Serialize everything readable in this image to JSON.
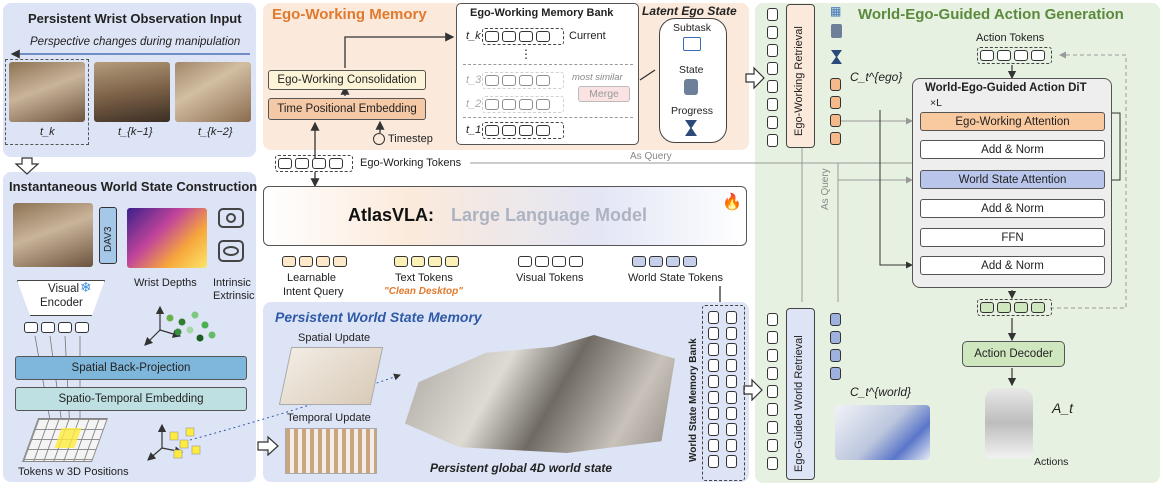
{
  "colors": {
    "peach": "#fbe9dc",
    "lavender": "#dde4f5",
    "green": "#e7f1e2",
    "orange_title": "#e07a2e",
    "blue_title": "#2f5aa8",
    "green_title": "#5b8a3c"
  },
  "wrist_panel": {
    "title": "Persistent Wrist Observation Input",
    "subtitle": "Perspective changes during manipulation",
    "frame_labels": [
      "t_k",
      "t_{k−1}",
      "t_{k−2}"
    ]
  },
  "instant_panel": {
    "title": "Instantaneous World State Construction",
    "dav3": "DAV3",
    "wrist_depths": "Wrist Depths",
    "intrinsic": "Intrinsic",
    "extrinsic": "Extrinsic",
    "visual_encoder_line1": "Visual",
    "visual_encoder_line2": "Encoder",
    "back_projection": "Spatial Back-Projection",
    "st_embedding": "Spatio-Temporal Embedding",
    "tokens_3d": "Tokens w 3D Positions"
  },
  "ego_memory": {
    "title": "Ego-Working Memory",
    "bank_title": "Ego-Working Memory Bank",
    "consolidation": "Ego-Working Consolidation",
    "time_pos": "Time Positional Embedding",
    "timestep": "Timestep",
    "current": "Current",
    "most_similar": "most similar",
    "merge": "Merge",
    "rows": [
      "t_k",
      "⋮",
      "t_3",
      "t_2",
      "t_1"
    ],
    "tokens_label": "Ego-Working Tokens"
  },
  "latent_ego": {
    "title": "Latent Ego State",
    "items": [
      "Subtask",
      "State",
      "Progress"
    ]
  },
  "llm": {
    "name": "AtlasVLA:",
    "desc": "Large Language Model"
  },
  "inputs": [
    {
      "label1": "Learnable",
      "label2": "Intent Query"
    },
    {
      "label1": "Text Tokens",
      "label2": "\"Clean Desktop\""
    },
    {
      "label1": "Visual Tokens",
      "label2": ""
    },
    {
      "label1": "World State Tokens",
      "label2": ""
    }
  ],
  "world_memory": {
    "title": "Persistent World State Memory",
    "spatial": "Spatial Update",
    "temporal": "Temporal Update",
    "caption": "Persistent global 4D world state",
    "bank_label": "World State Memory Bank"
  },
  "retrieval": {
    "ego": "Ego-Working Retrieval",
    "world": "Ego-Guided World Retrieval",
    "as_query_h": "As Query",
    "as_query_v": "As Query",
    "c_ego": "C_t^{ego}",
    "c_world": "C_t^{world}"
  },
  "action_gen": {
    "title": "World-Ego-Guided Action Generation",
    "tokens": "Action Tokens",
    "dit_title": "World-Ego-Guided Action DiT",
    "times_l": "×L",
    "layers": [
      "Ego-Working Attention",
      "Add & Norm",
      "World State Attention",
      "Add & Norm",
      "FFN",
      "Add & Norm"
    ],
    "decoder": "Action Decoder",
    "a_t": "A_t",
    "actions": "Actions"
  }
}
